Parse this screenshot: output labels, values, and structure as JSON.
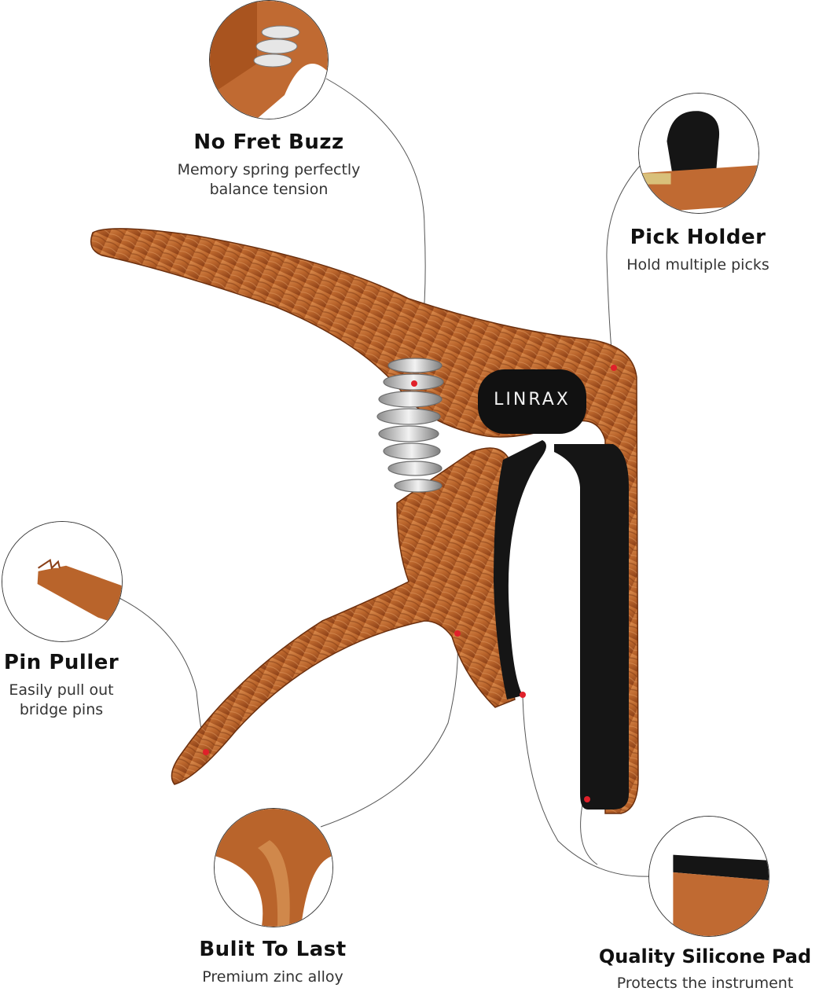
{
  "brand": {
    "logo_text": "LINRAX"
  },
  "features": {
    "no_fret_buzz": {
      "title": "No Fret Buzz",
      "desc_line1": "Memory spring perfectly",
      "desc_line2": "balance tension"
    },
    "pick_holder": {
      "title": "Pick Holder",
      "desc_line1": "Hold multiple picks"
    },
    "pin_puller": {
      "title": "Pin Puller",
      "desc_line1": "Easily pull out",
      "desc_line2": "bridge pins"
    },
    "built_to_last": {
      "title": "Bulit To Last",
      "desc_line1": "Premium zinc alloy"
    },
    "silicone_pad": {
      "title": "Quality Silicone Pad",
      "desc_line1": "Protects the instrument"
    }
  },
  "colors": {
    "wood_light": "#c8753a",
    "wood_dark": "#8a3f17",
    "pad_black": "#151515",
    "spring": "#c9c9c9",
    "marker_red": "#e0202a",
    "leader_line": "#555555"
  }
}
